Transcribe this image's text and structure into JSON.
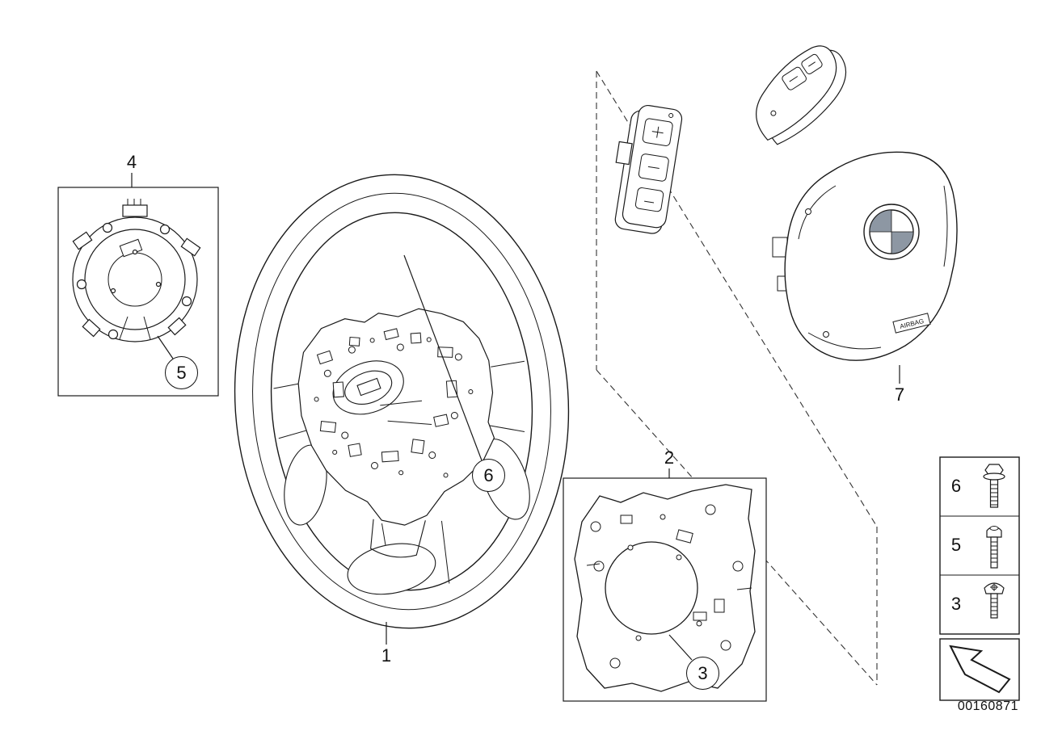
{
  "doc": {
    "part_number": "00160871"
  },
  "callouts": {
    "n1": "1",
    "n2": "2",
    "n3": "3",
    "n4": "4",
    "n5": "5",
    "n6": "6",
    "n7": "7"
  },
  "legend": {
    "rows": [
      {
        "label": "6",
        "icon": "hex-flange-bolt-icon"
      },
      {
        "label": "5",
        "icon": "fillister-head-screw-icon"
      },
      {
        "label": "3",
        "icon": "torx-round-screw-icon"
      }
    ],
    "footer_icon": "continuation-arrow-icon"
  },
  "airbag": {
    "stamp": "AIRBAG"
  }
}
